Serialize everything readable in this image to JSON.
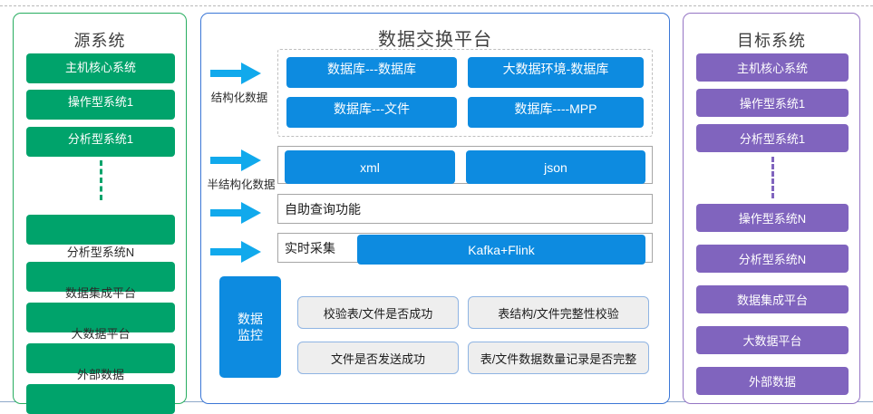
{
  "source_panel": {
    "title": "源系统",
    "accent": "#00a36b",
    "border": "#27ad5f",
    "items": [
      {
        "label": "主机核心系统",
        "style": "on-box"
      },
      {
        "label": "操作型系统1",
        "style": "on-box"
      },
      {
        "label": "分析型系统1",
        "style": "on-box"
      },
      {
        "label": "分析型系统N",
        "style": "between"
      },
      {
        "label": "数据集成平台",
        "style": "between"
      },
      {
        "label": "大数据平台",
        "style": "between"
      },
      {
        "label": "外部数据",
        "style": "between"
      }
    ],
    "has_dashed_connector": true
  },
  "target_panel": {
    "title": "目标系统",
    "accent": "#8064be",
    "border": "#9575c4",
    "items": [
      "主机核心系统",
      "操作型系统1",
      "分析型系统1",
      "操作型系统N",
      "分析型系统N",
      "数据集成平台",
      "大数据平台",
      "外部数据"
    ],
    "has_dashed_connector": true
  },
  "middle_panel": {
    "title": "数据交换平台",
    "border": "#3b77d6",
    "accent_blue": "#0d8be0",
    "arrow_color": "#11a9ec",
    "rows": [
      {
        "arrow_label": "结构化数据",
        "group_style": "dashed",
        "boxes": [
          "数据库---数据库",
          "大数据环境-数据库",
          "数据库---文件",
          "数据库----MPP"
        ]
      },
      {
        "arrow_label": "半结构化数据",
        "group_style": "solid",
        "boxes": [
          "xml",
          "json"
        ]
      },
      {
        "arrow_label": "",
        "group_style": "solid",
        "inline_label": "自助查询功能",
        "boxes": []
      },
      {
        "arrow_label": "",
        "group_style": "solid",
        "inline_label": "实时采集",
        "boxes": [
          "Kafka+Flink"
        ]
      }
    ],
    "monitor": {
      "title_line1": "数据",
      "title_line2": "监控",
      "checks": [
        "校验表/文件是否成功",
        "表结构/文件完整性校验",
        "文件是否发送成功",
        "表/文件数据数量记录是否完整"
      ]
    }
  }
}
